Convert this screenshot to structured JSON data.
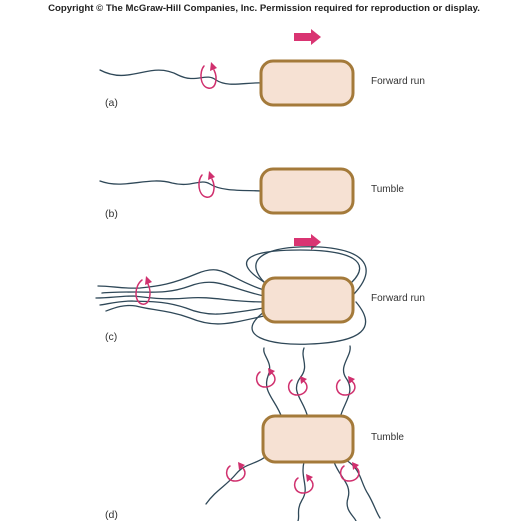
{
  "header": {
    "copyright": "Copyright © The McGraw-Hill Companies, Inc. Permission required for reproduction or display."
  },
  "panels": [
    {
      "tag": "(a)",
      "label": "Forward run"
    },
    {
      "tag": "(b)",
      "label": "Tumble"
    },
    {
      "tag": "(c)",
      "label": "Forward run"
    },
    {
      "tag": "(d)",
      "label": "Tumble"
    }
  ],
  "colors": {
    "cell_fill": "#f6e1d3",
    "cell_outline": "#a47a3a",
    "flagellum": "#2f4858",
    "rotation": "#d0306e",
    "direction_arrow": "#d93472"
  }
}
